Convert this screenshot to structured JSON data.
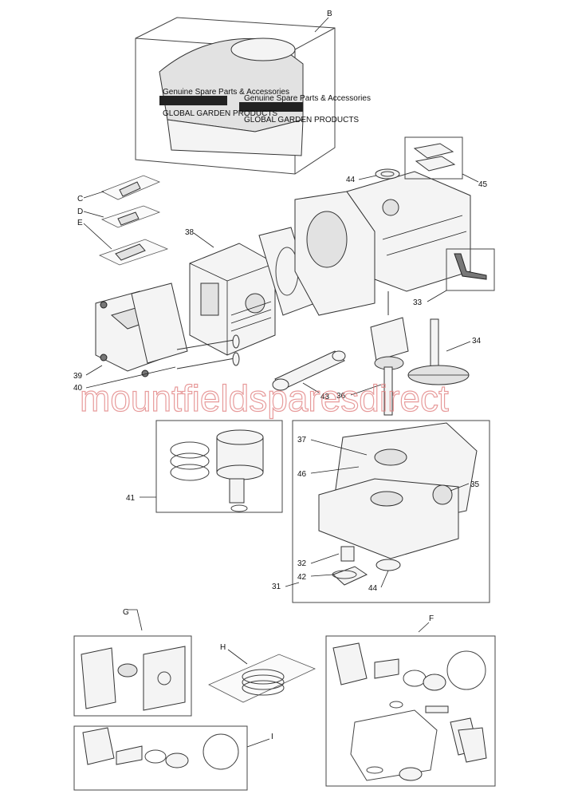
{
  "watermark": "mountfieldsparesdirect",
  "packaging": {
    "brand_line_1": "Genuine Spare Parts & Accessories",
    "brand_line_2": "GLOBAL GARDEN PRODUCTS"
  },
  "labels": {
    "B": "B",
    "C": "C",
    "D": "D",
    "E": "E",
    "F": "F",
    "G": "G",
    "H": "H",
    "I": "I",
    "p31": "31",
    "p32": "32",
    "p33": "33",
    "p34": "34",
    "p35": "35",
    "p36": "36",
    "p37": "37",
    "p38": "38",
    "p39": "39",
    "p40": "40",
    "p41": "41",
    "p42": "42",
    "p43": "43",
    "p44a": "44",
    "p44b": "44",
    "p45": "45",
    "p46": "46"
  }
}
